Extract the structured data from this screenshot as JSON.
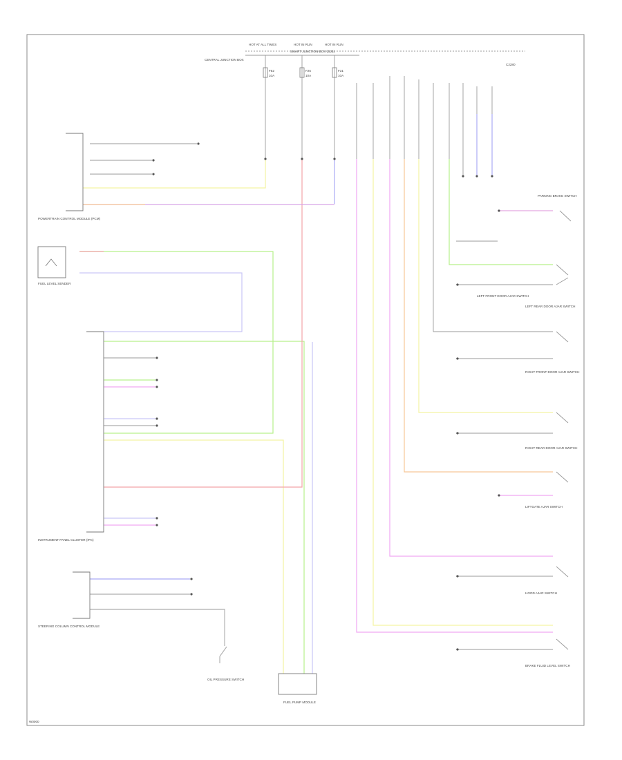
{
  "sheet_code": "W0000",
  "top_connectors": {
    "left_tag": "HOT AT ALL TIMES",
    "mid_tag": "HOT IN RUN",
    "right_tag": "HOT IN RUN",
    "bus_label": "CENTRAL JUNCTION BOX",
    "feed_label": "SMART JUNCTION BOX (SJB)",
    "right_block": "C2280"
  },
  "fuses": [
    {
      "label": "F52",
      "rating": "10A"
    },
    {
      "label": "F25",
      "rating": "10A"
    },
    {
      "label": "F31",
      "rating": "10A"
    }
  ],
  "components": {
    "pcm": "POWERTRAIN CONTROL MODULE (PCM)",
    "fuel_sender": "FUEL LEVEL SENDER",
    "ipc": "INSTRUMENT PANEL CLUSTER (IPC)",
    "steering_module": "STEERING COLUMN CONTROL MODULE",
    "oil_switch": "OIL PRESSURE SWITCH",
    "fuel_pump": "FUEL PUMP MODULE",
    "parking_brake": "PARKING BRAKE SWITCH",
    "door_lf": "LEFT FRONT DOOR AJAR SWITCH",
    "door_rf": "RIGHT FRONT DOOR AJAR SWITCH",
    "door_lr": "LEFT REAR DOOR AJAR SWITCH",
    "door_rr": "RIGHT REAR DOOR AJAR SWITCH",
    "liftgate": "LIFTGATE AJAR SWITCH",
    "hood": "HOOD AJAR SWITCH",
    "brake_fluid": "BRAKE FLUID LEVEL SWITCH"
  },
  "wire_colors": {
    "violet": "#c9c6f7",
    "green": "#b6f08a",
    "yellow": "#f3f3a2",
    "pink": "#f3a3a8",
    "magenta": "#f0a6f2",
    "orange": "#f7c896",
    "blue": "#a9a9f5",
    "grey": "#9a9a9a"
  }
}
